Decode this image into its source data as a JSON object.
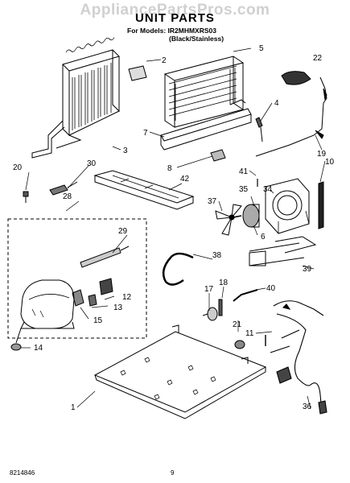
{
  "watermark": "AppliancePartsPros.com",
  "title": "UNIT PARTS",
  "models_line": "For Models: IR2MHMXRS03",
  "color_line": "(Black/Stainless)",
  "doc_number": "8214846",
  "page_number": "9",
  "callouts": {
    "c1": "1",
    "c2": "2",
    "c3": "3",
    "c4": "4",
    "c5": "5",
    "c6": "6",
    "c7": "7",
    "c8": "8",
    "c10": "10",
    "c11": "11",
    "c12": "12",
    "c13": "13",
    "c14": "14",
    "c15": "15",
    "c17": "17",
    "c18": "18",
    "c19": "19",
    "c20": "20",
    "c21": "21",
    "c22": "22",
    "c28": "28",
    "c29": "29",
    "c30": "30",
    "c34": "34",
    "c35": "35",
    "c36": "36",
    "c37": "37",
    "c38": "38",
    "c39": "39",
    "c40": "40",
    "c41": "41",
    "c42": "42"
  }
}
